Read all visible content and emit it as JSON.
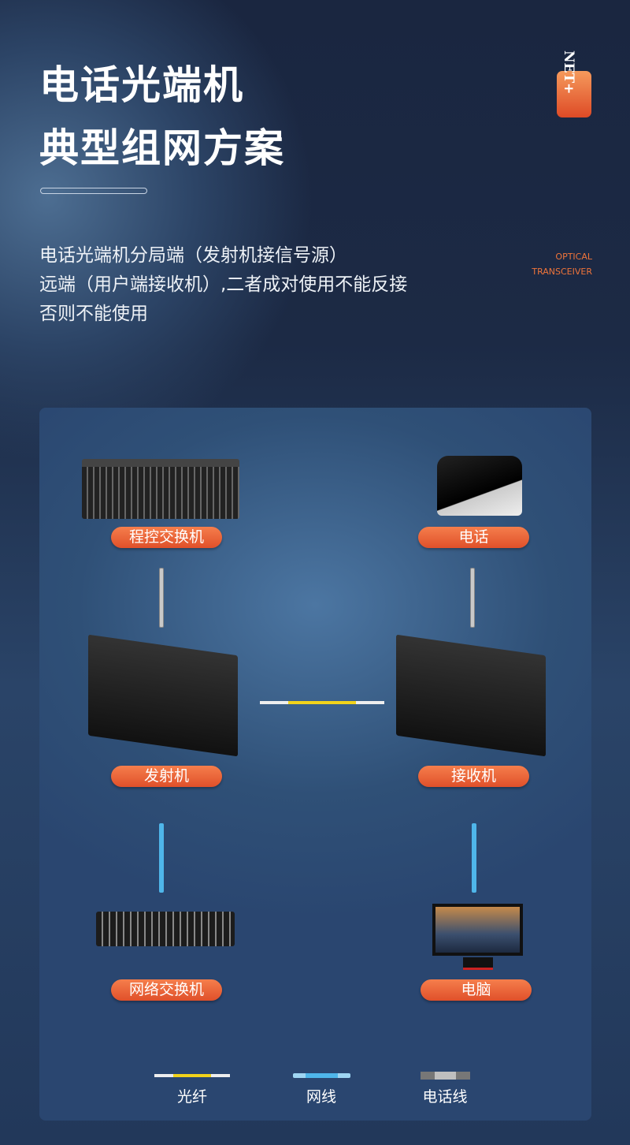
{
  "header": {
    "title_line1": "电话光端机",
    "title_line2": "典型组网方案",
    "logo_text": "NET+",
    "tag_line1": "OPTICAL",
    "tag_line2": "TRANSCEIVER"
  },
  "description": [
    "电话光端机分局端（发射机接信号源）",
    "远端（用户端接收机）,二者成对使用不能反接",
    "否则不能使用"
  ],
  "diagram": {
    "labels": {
      "pbx": "程控交换机",
      "phone": "电话",
      "transmitter": "发射机",
      "receiver": "接收机",
      "switch": "网络交换机",
      "computer": "电脑"
    }
  },
  "legend": [
    {
      "label": "光纤",
      "color": "#f2d31b"
    },
    {
      "label": "网线",
      "color": "#4fb6ea"
    },
    {
      "label": "电话线",
      "color": "#bfbfbf"
    }
  ]
}
